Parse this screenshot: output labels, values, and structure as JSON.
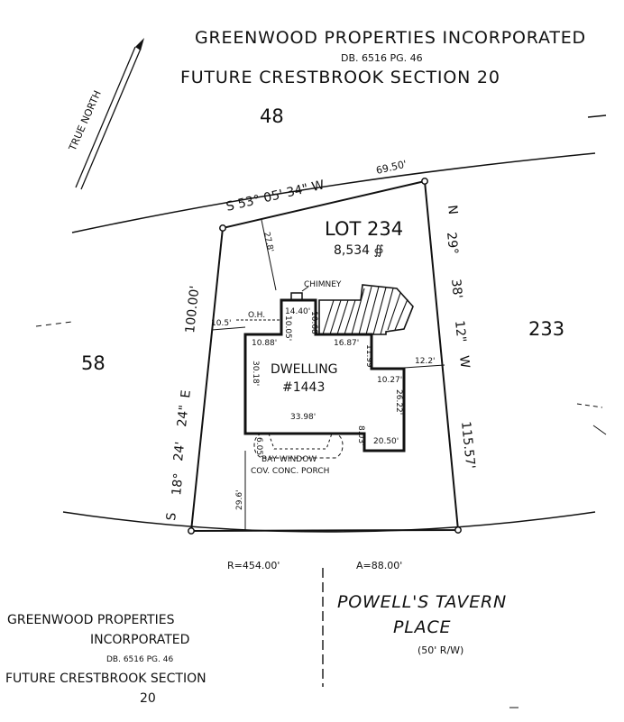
{
  "top_owner": {
    "name": "GREENWOOD PROPERTIES INCORPORATED",
    "deed": "DB. 6516 PG. 46",
    "future": "FUTURE CRESTBROOK SECTION 20",
    "lot_number": "48"
  },
  "bottom_owner": {
    "line1": "GREENWOOD PROPERTIES",
    "line2": "INCORPORATED",
    "deed": "DB. 6516 PG. 46",
    "future": "FUTURE CRESTBROOK SECTION",
    "section": "20"
  },
  "north_arrow": {
    "label": "TRUE NORTH"
  },
  "lot": {
    "label": "LOT 234",
    "area": "8,534 ∯"
  },
  "adjacent": {
    "left": "58",
    "right": "233"
  },
  "boundaries": {
    "north_bearing": "S 53° 05' 34\" W",
    "north_distance": "69.50'",
    "east_bearing_n": "N",
    "east_bearing_deg": "29°",
    "east_bearing_min": "38'",
    "east_bearing_sec": "12\"",
    "east_bearing_w": "W",
    "east_distance": "115.57'",
    "west_bearing_s": "S",
    "west_bearing_deg": "18°",
    "west_bearing_min": "24'",
    "west_bearing_sec": "24\"",
    "west_bearing_e": "E",
    "west_distance": "100.00'"
  },
  "curve": {
    "radius": "R=454.00'",
    "arc": "A=88.00'"
  },
  "street": {
    "name_line1": "POWELL'S TAVERN",
    "name_line2": "PLACE",
    "row": "(50' R/W)"
  },
  "dwelling": {
    "label": "DWELLING",
    "number": "#1443",
    "chimney": "CHIMNEY",
    "oh": "O.H.",
    "bay_window": "BAY WINDOW",
    "porch": "COV. CONC. PORCH"
  },
  "dimensions": {
    "rear_setback": "27.8'",
    "left_setback": "10.5'",
    "right_setback": "12.2'",
    "front_setback": "29.6'",
    "chimney_width": "14.40'",
    "d_10_05": "10.05'",
    "d_10_68": "10.68'",
    "d_10_88": "10.88'",
    "d_16_87": "16.87'",
    "d_11_99": "11.99'",
    "d_10_27": "10.27'",
    "d_30_18": "30.18'",
    "d_33_98": "33.98'",
    "d_26_22": "26.22'",
    "d_8_03": "8.03'",
    "d_20_50": "20.50'",
    "d_6_05": "6.05'"
  }
}
